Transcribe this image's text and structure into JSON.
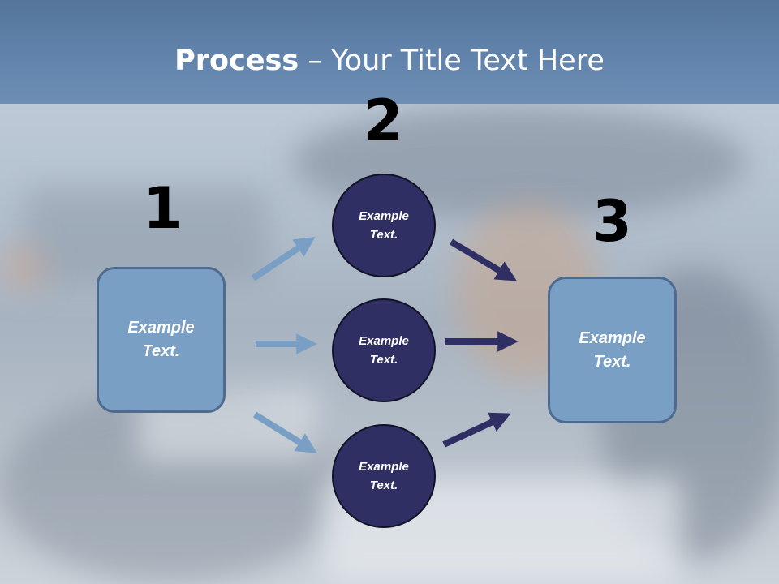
{
  "title": {
    "bold": "Process",
    "rest": " – Your Title Text Here"
  },
  "steps": {
    "step1": {
      "number": "1",
      "line1": "Example",
      "line2": "Text."
    },
    "step2": {
      "number": "2",
      "circles": [
        {
          "line1": "Example",
          "line2": "Text."
        },
        {
          "line1": "Example",
          "line2": "Text."
        },
        {
          "line1": "Example",
          "line2": "Text."
        }
      ]
    },
    "step3": {
      "number": "3",
      "line1": "Example",
      "line2": "Text."
    }
  },
  "colors": {
    "title_bar": "#6385ad",
    "box_fill": "#7a9fc4",
    "box_border": "#4e6b8f",
    "circle_fill": "#2f2f63",
    "light_arrow": "#7a9fc4",
    "dark_arrow": "#2f2f63"
  }
}
